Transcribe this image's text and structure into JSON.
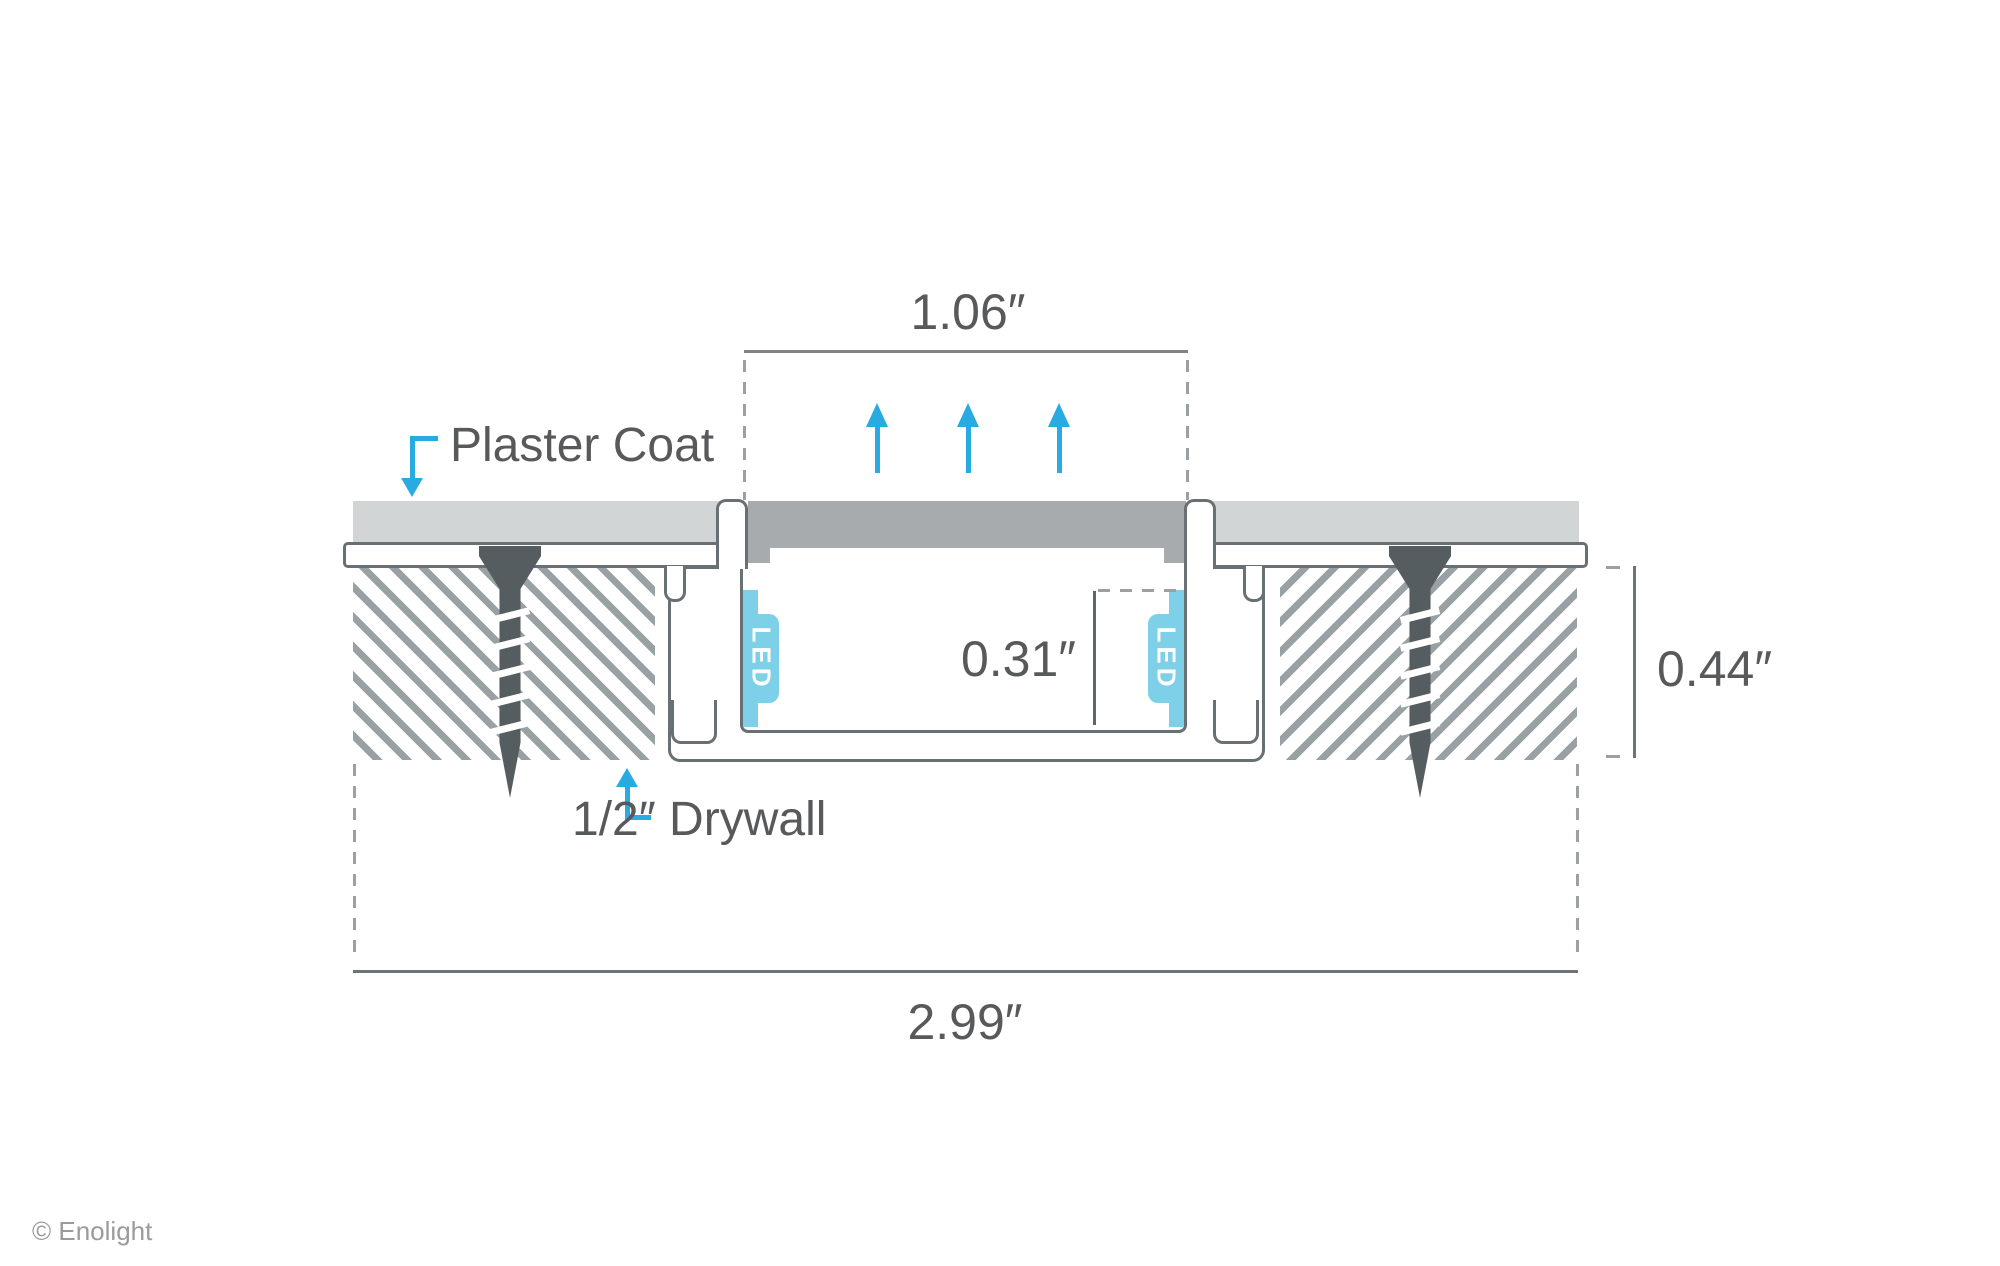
{
  "diagram": {
    "dimensions": {
      "aperture_width": "1.06″",
      "inner_depth": "0.31″",
      "recess_height": "0.44″",
      "overall_width": "2.99″"
    },
    "labels": {
      "plaster_coat": "Plaster Coat",
      "drywall": "1/2″ Drywall",
      "led": "LED"
    },
    "footer": {
      "copyright": "© Enolight"
    },
    "colors": {
      "arrow_blue": "#29abe2",
      "led_blue": "#7dd0e8",
      "outline_gray": "#687074",
      "plaster_gray": "#d2d5d6",
      "diffuser_gray": "#a7abad",
      "hatch_gray": "#9aa1a4",
      "dim_text_gray": "#58595b"
    }
  }
}
